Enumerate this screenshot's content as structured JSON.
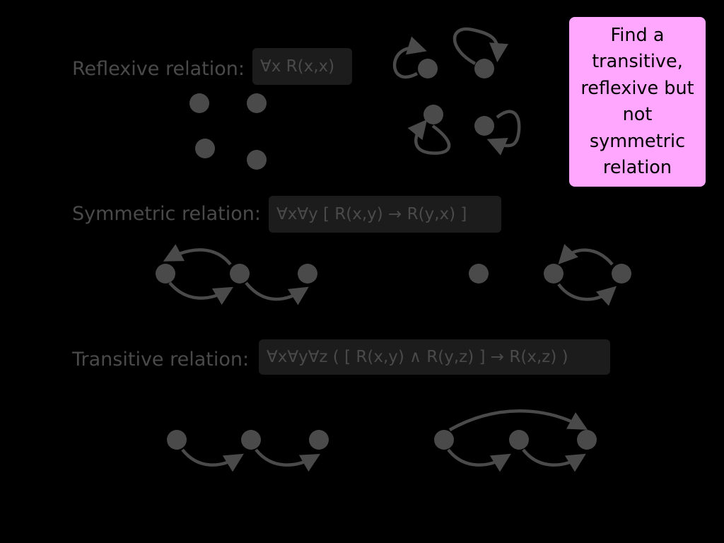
{
  "sections": {
    "reflexive": {
      "label": "Reflexive relation:",
      "formula": "∀x R(x,x)"
    },
    "symmetric": {
      "label": "Symmetric relation:",
      "formula": "∀x∀y [ R(x,y) → R(y,x) ]"
    },
    "transitive": {
      "label": "Transitive relation:",
      "formula": "∀x∀y∀z ( [ R(x,y) ∧ R(y,z) ] → R(x,z) )"
    }
  },
  "callout": {
    "lines": [
      "Find a",
      "transitive,",
      "reflexive but",
      "not",
      "symmetric",
      "relation"
    ]
  },
  "colors": {
    "background": "#000000",
    "text_dim": "#4a4a4a",
    "formula_box": "#1c1c1c",
    "node": "#4a4a4a",
    "arrow": "#4a4a4a",
    "callout_bg": "#ffa6ff",
    "callout_text": "#000000"
  }
}
